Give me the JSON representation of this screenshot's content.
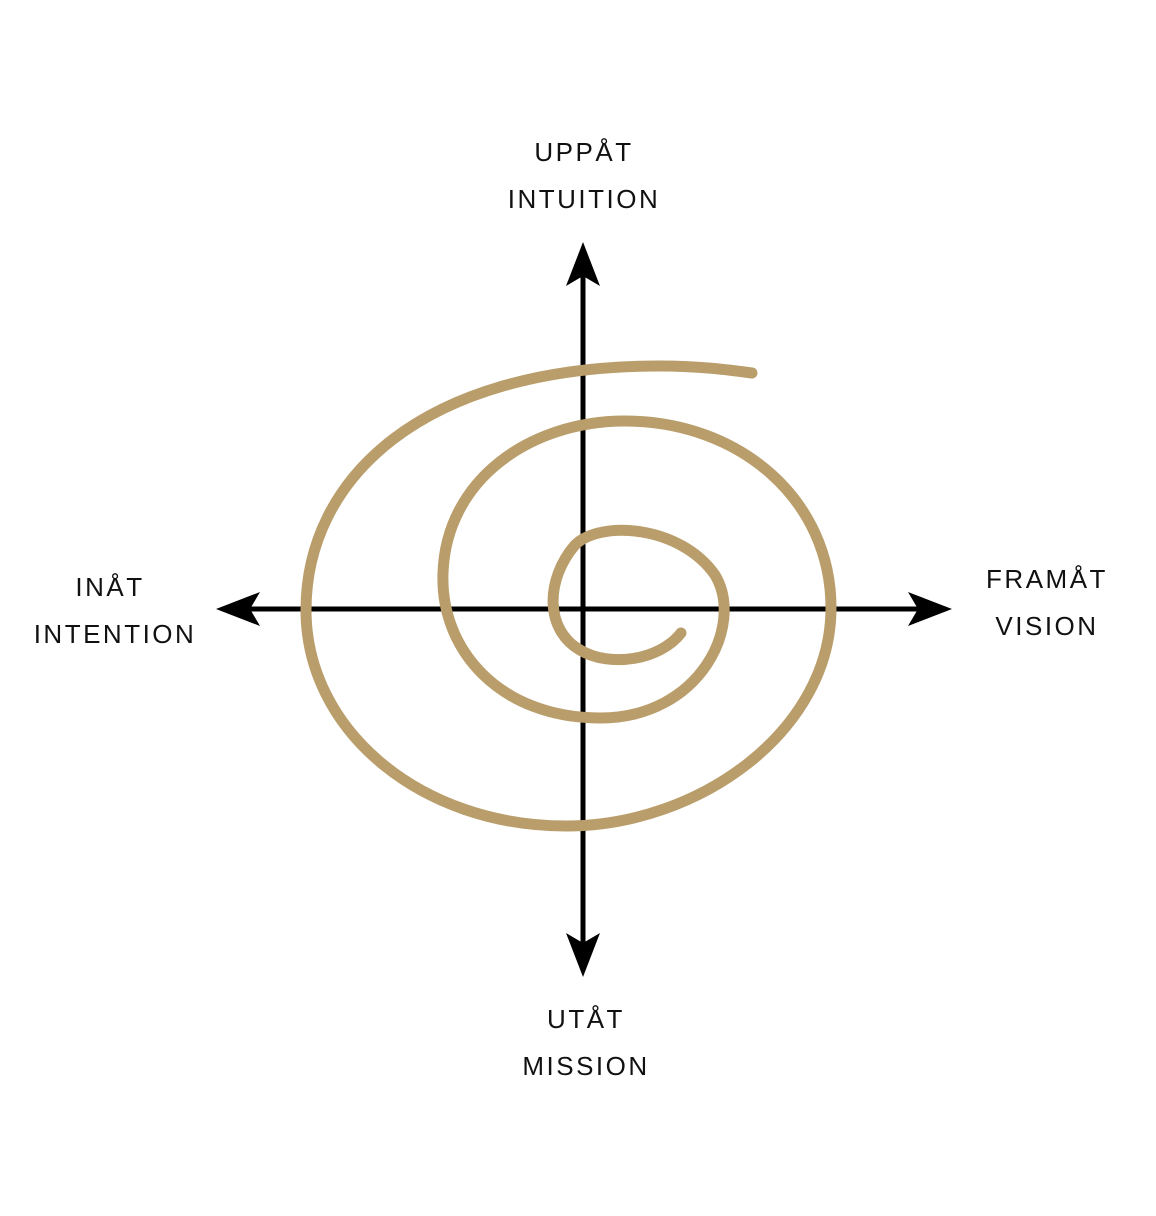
{
  "colors": {
    "spiral": "#B99D6A",
    "axes": "#000000"
  },
  "labels": {
    "up": {
      "direction": "UPPÅT",
      "concept": "INTUITION"
    },
    "down": {
      "direction": "UTÅT",
      "concept": "MISSION"
    },
    "left": {
      "direction": "INÅT",
      "concept": "INTENTION"
    },
    "right": {
      "direction": "FRAMÅT",
      "concept": "VISION"
    }
  }
}
